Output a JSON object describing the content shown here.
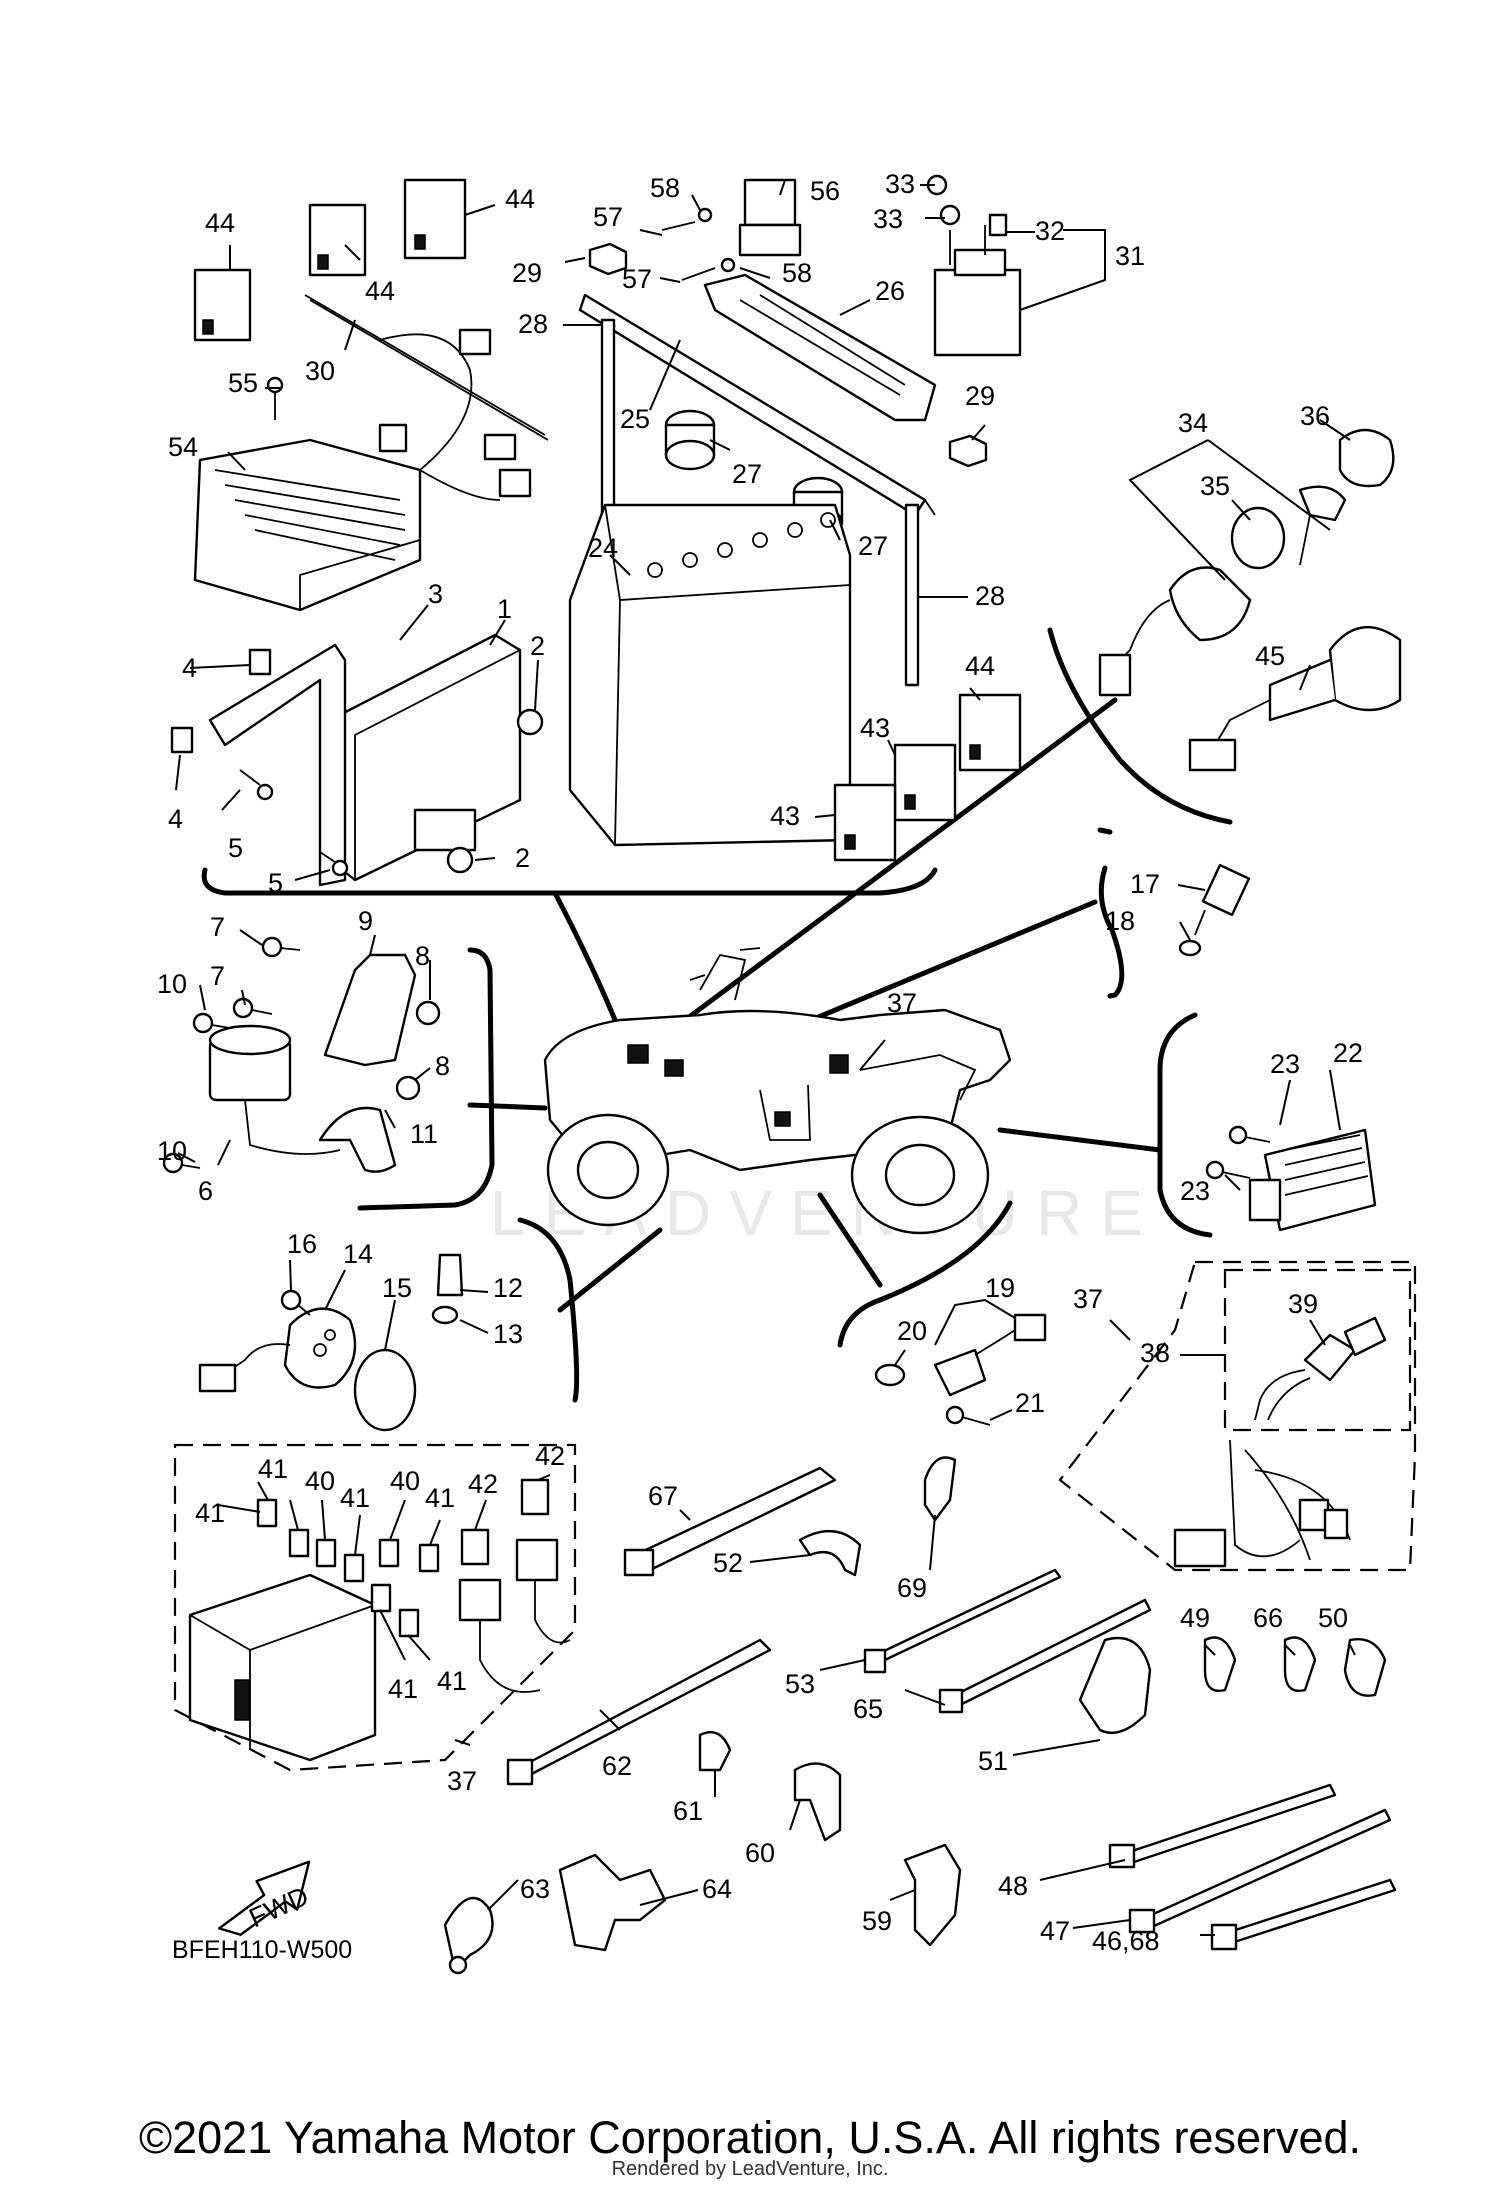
{
  "diagram": {
    "code": "BFEH110-W500",
    "fwd_label": "FWD",
    "watermark": "LEADVENTURE",
    "copyright": "©2021 Yamaha Motor Corporation, U.S.A. All rights reserved.",
    "rendered_by": "Rendered by LeadVenture, Inc.",
    "callouts": [
      {
        "id": "c44a",
        "text": "44"
      },
      {
        "id": "c44b",
        "text": "44"
      },
      {
        "id": "c44c",
        "text": "44"
      },
      {
        "id": "c44d",
        "text": "44"
      },
      {
        "id": "c30",
        "text": "30"
      },
      {
        "id": "c55",
        "text": "55"
      },
      {
        "id": "c54",
        "text": "54"
      },
      {
        "id": "c58a",
        "text": "58"
      },
      {
        "id": "c56",
        "text": "56"
      },
      {
        "id": "c57a",
        "text": "57"
      },
      {
        "id": "c29a",
        "text": "29"
      },
      {
        "id": "c57b",
        "text": "57"
      },
      {
        "id": "c58b",
        "text": "58"
      },
      {
        "id": "c26",
        "text": "26"
      },
      {
        "id": "c28a",
        "text": "28"
      },
      {
        "id": "c25",
        "text": "25"
      },
      {
        "id": "c27a",
        "text": "27"
      },
      {
        "id": "c27b",
        "text": "27"
      },
      {
        "id": "c29b",
        "text": "29"
      },
      {
        "id": "c28b",
        "text": "28"
      },
      {
        "id": "c24",
        "text": "24"
      },
      {
        "id": "c33a",
        "text": "33"
      },
      {
        "id": "c33b",
        "text": "33"
      },
      {
        "id": "c32",
        "text": "32"
      },
      {
        "id": "c31",
        "text": "31"
      },
      {
        "id": "c34",
        "text": "34"
      },
      {
        "id": "c36",
        "text": "36"
      },
      {
        "id": "c35",
        "text": "35"
      },
      {
        "id": "c45",
        "text": "45"
      },
      {
        "id": "c3",
        "text": "3"
      },
      {
        "id": "c1",
        "text": "1"
      },
      {
        "id": "c2a",
        "text": "2"
      },
      {
        "id": "c2b",
        "text": "2"
      },
      {
        "id": "c4a",
        "text": "4"
      },
      {
        "id": "c4b",
        "text": "4"
      },
      {
        "id": "c5a",
        "text": "5"
      },
      {
        "id": "c5b",
        "text": "5"
      },
      {
        "id": "c43a",
        "text": "43"
      },
      {
        "id": "c43b",
        "text": "43"
      },
      {
        "id": "c17",
        "text": "17"
      },
      {
        "id": "c18",
        "text": "18"
      },
      {
        "id": "c7a",
        "text": "7"
      },
      {
        "id": "c9",
        "text": "9"
      },
      {
        "id": "c8a",
        "text": "8"
      },
      {
        "id": "c10a",
        "text": "10"
      },
      {
        "id": "c7b",
        "text": "7"
      },
      {
        "id": "c8b",
        "text": "8"
      },
      {
        "id": "c10b",
        "text": "10"
      },
      {
        "id": "c11",
        "text": "11"
      },
      {
        "id": "c6",
        "text": "6"
      },
      {
        "id": "c37a",
        "text": "37"
      },
      {
        "id": "c23a",
        "text": "23"
      },
      {
        "id": "c22",
        "text": "22"
      },
      {
        "id": "c23b",
        "text": "23"
      },
      {
        "id": "c16",
        "text": "16"
      },
      {
        "id": "c14",
        "text": "14"
      },
      {
        "id": "c15",
        "text": "15"
      },
      {
        "id": "c12",
        "text": "12"
      },
      {
        "id": "c13",
        "text": "13"
      },
      {
        "id": "c19",
        "text": "19"
      },
      {
        "id": "c20",
        "text": "20"
      },
      {
        "id": "c21",
        "text": "21"
      },
      {
        "id": "c37b",
        "text": "37"
      },
      {
        "id": "c38",
        "text": "38"
      },
      {
        "id": "c39",
        "text": "39"
      },
      {
        "id": "c41a",
        "text": "41"
      },
      {
        "id": "c40a",
        "text": "40"
      },
      {
        "id": "c40b",
        "text": "40"
      },
      {
        "id": "c42a",
        "text": "42"
      },
      {
        "id": "c42b",
        "text": "42"
      },
      {
        "id": "c41b",
        "text": "41"
      },
      {
        "id": "c41c",
        "text": "41"
      },
      {
        "id": "c41d",
        "text": "41"
      },
      {
        "id": "c41e",
        "text": "41"
      },
      {
        "id": "c41f",
        "text": "41"
      },
      {
        "id": "c37c",
        "text": "37"
      },
      {
        "id": "c67",
        "text": "67"
      },
      {
        "id": "c52",
        "text": "52"
      },
      {
        "id": "c69",
        "text": "69"
      },
      {
        "id": "c53",
        "text": "53"
      },
      {
        "id": "c65",
        "text": "65"
      },
      {
        "id": "c49",
        "text": "49"
      },
      {
        "id": "c66",
        "text": "66"
      },
      {
        "id": "c50",
        "text": "50"
      },
      {
        "id": "c51",
        "text": "51"
      },
      {
        "id": "c62",
        "text": "62"
      },
      {
        "id": "c61",
        "text": "61"
      },
      {
        "id": "c60",
        "text": "60"
      },
      {
        "id": "c48",
        "text": "48"
      },
      {
        "id": "c47",
        "text": "47"
      },
      {
        "id": "c4668",
        "text": "46,68"
      },
      {
        "id": "c63",
        "text": "63"
      },
      {
        "id": "c64",
        "text": "64"
      },
      {
        "id": "c59",
        "text": "59"
      }
    ]
  }
}
